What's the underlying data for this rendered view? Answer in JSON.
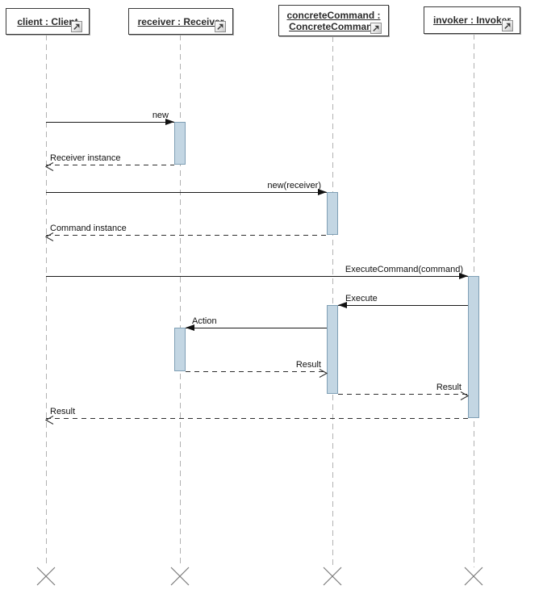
{
  "lifelines": [
    {
      "name": "client : Client"
    },
    {
      "name": "receiver : Receiver"
    },
    {
      "name": "concreteCommand : ConcreteCommand"
    },
    {
      "name": "invoker : Invoker"
    }
  ],
  "messages": [
    {
      "label": "new",
      "kind": "synchronous-call"
    },
    {
      "label": "Receiver instance",
      "kind": "return"
    },
    {
      "label": "new(receiver)",
      "kind": "synchronous-call"
    },
    {
      "label": "Command instance",
      "kind": "return"
    },
    {
      "label": "ExecuteCommand(command)",
      "kind": "synchronous-call"
    },
    {
      "label": "Execute",
      "kind": "synchronous-call"
    },
    {
      "label": "Action",
      "kind": "synchronous-call"
    },
    {
      "label": "Result",
      "kind": "return"
    },
    {
      "label": "Result",
      "kind": "return"
    },
    {
      "label": "Result",
      "kind": "return"
    }
  ],
  "icons": {
    "navigate": "diagonal-arrow-up-right",
    "destroy": "x-cross",
    "filled_arrowhead": "solid-triangle",
    "open_arrowhead": "open-chevron"
  },
  "colors": {
    "activation_fill": "#c3d6e3",
    "activation_border": "#7f9fb5",
    "lifeline": "#b1b1b1",
    "message_line": "#1a1a1a",
    "head_border": "#3a3a3a",
    "destroy_x": "#7a7a7a"
  }
}
